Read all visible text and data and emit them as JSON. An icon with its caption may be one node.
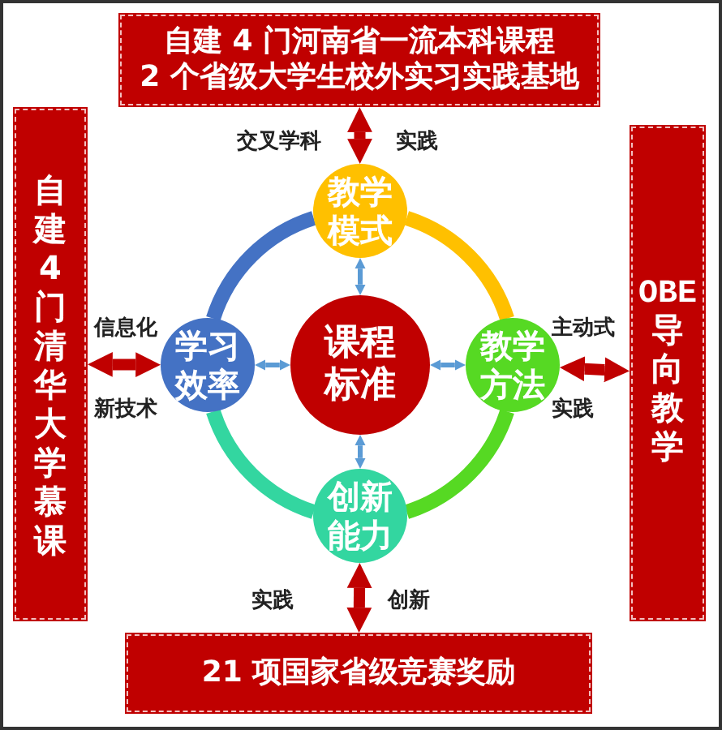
{
  "diagram": {
    "nodes": [
      {
        "text": [
          "自建 4 门河南省一流本科课程",
          "2 个省级大学生校外实习实践基地"
        ]
      },
      {
        "text": [
          "自建4门清华大学慕课"
        ]
      },
      {
        "text": [
          "OBE导向教学"
        ]
      },
      {
        "text": [
          "21 项国家省级竞赛奖励"
        ]
      },
      {
        "text": [
          "教学模式"
        ]
      },
      {
        "text": [
          "学习效率"
        ]
      },
      {
        "text": [
          "课程标准"
        ]
      },
      {
        "text": [
          "教学方法"
        ]
      },
      {
        "text": [
          "创新能力"
        ]
      }
    ],
    "edges": [
      {
        "from": 0,
        "to": 4,
        "arrow": "both",
        "color": "#c00000"
      },
      {
        "from": 1,
        "to": 5,
        "arrow": "both",
        "color": "#c00000"
      },
      {
        "from": 2,
        "to": 7,
        "arrow": "both",
        "color": "#c00000"
      },
      {
        "from": 3,
        "to": 8,
        "arrow": "both",
        "color": "#c00000"
      },
      {
        "from": 6,
        "to": 4,
        "arrow": "both",
        "color": "#5b9bd5"
      },
      {
        "from": 6,
        "to": 5,
        "arrow": "both",
        "color": "#5b9bd5"
      },
      {
        "from": 6,
        "to": 7,
        "arrow": "both",
        "color": "#5b9bd5"
      },
      {
        "from": 6,
        "to": 8,
        "arrow": "both",
        "color": "#5b9bd5"
      },
      {
        "from": 4,
        "to": 7,
        "arrow": "none",
        "color": "#ffc000"
      },
      {
        "from": 7,
        "to": 8,
        "arrow": "none",
        "color": "#56d923"
      },
      {
        "from": 8,
        "to": 5,
        "arrow": "none",
        "color": "#33d6a0"
      },
      {
        "from": 5,
        "to": 4,
        "arrow": "none",
        "color": "#4472c4"
      }
    ],
    "labels": [
      "交叉学科",
      "实践",
      "信息化",
      "主动式",
      "新技术",
      "实践",
      "实践",
      "创新"
    ]
  }
}
